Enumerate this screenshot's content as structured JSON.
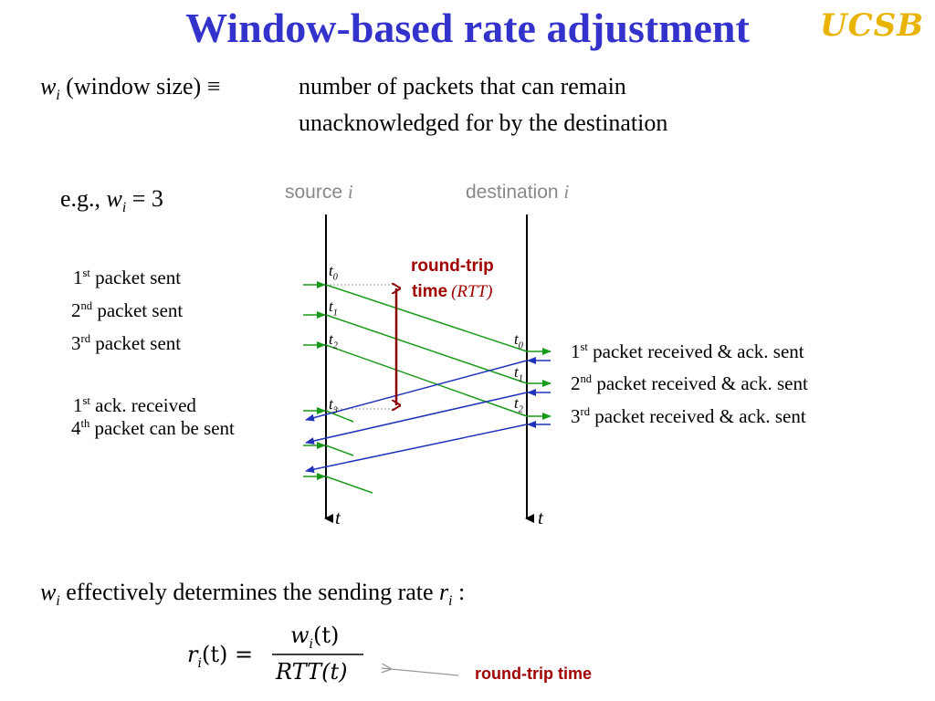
{
  "slide": {
    "title": "Window-based rate adjustment",
    "logo": "UCSB"
  },
  "definition": {
    "symbol_base": "w",
    "symbol_sub": "i",
    "symbol_paren": "(window size)",
    "equiv": "≡",
    "line1": "number of packets that can remain",
    "line2": "unacknowledged for by the destination"
  },
  "example": {
    "prefix": "e.g.,",
    "var": "w",
    "sub": "i",
    "rest": "= 3"
  },
  "diagram": {
    "source_label": "source",
    "dest_label": "destination",
    "axis_var": "i",
    "time_var": "t",
    "rtt_line1": "round-trip",
    "rtt_line2": "time",
    "rtt_abbrev": "(RTT)",
    "src_ticks": [
      {
        "t": "t",
        "sub": "0"
      },
      {
        "t": "t",
        "sub": "1"
      },
      {
        "t": "t",
        "sub": "2"
      },
      {
        "t": "t",
        "sub": "3"
      }
    ],
    "dst_ticks": [
      {
        "t": "t",
        "sub": "0"
      },
      {
        "t": "t",
        "sub": "1"
      },
      {
        "t": "t",
        "sub": "2"
      }
    ],
    "left_events": [
      {
        "num": "1",
        "sup": "st",
        "text": "packet sent"
      },
      {
        "num": "2",
        "sup": "nd",
        "text": "packet sent"
      },
      {
        "num": "3",
        "sup": "rd",
        "text": "packet sent"
      },
      {
        "num": "1",
        "sup": "st",
        "text": "ack. received"
      },
      {
        "num": "4",
        "sup": "th",
        "text": "packet can be sent"
      }
    ],
    "right_events": [
      {
        "num": "1",
        "sup": "st",
        "text": "packet received & ack. sent"
      },
      {
        "num": "2",
        "sup": "nd",
        "text": "packet received & ack. sent"
      },
      {
        "num": "3",
        "sup": "rd",
        "text": "packet received & ack. sent"
      }
    ],
    "colors": {
      "packet": "#1a9a1a",
      "ack": "#2233bb",
      "rtt": "#8b0000",
      "axis": "#000000"
    }
  },
  "bottom": {
    "w": "w",
    "w_sub": "i",
    "text": "effectively determines the sending rate",
    "r": "r",
    "r_sub": "i",
    "colon": ":",
    "formula_lhs": "r",
    "formula_lhs_sub": "i",
    "formula_lhs_arg": "(t) =",
    "formula_num": "w",
    "formula_num_sub": "i",
    "formula_num_arg": "(t)",
    "formula_den": "RTT(t)",
    "annotation": "round-trip time"
  }
}
